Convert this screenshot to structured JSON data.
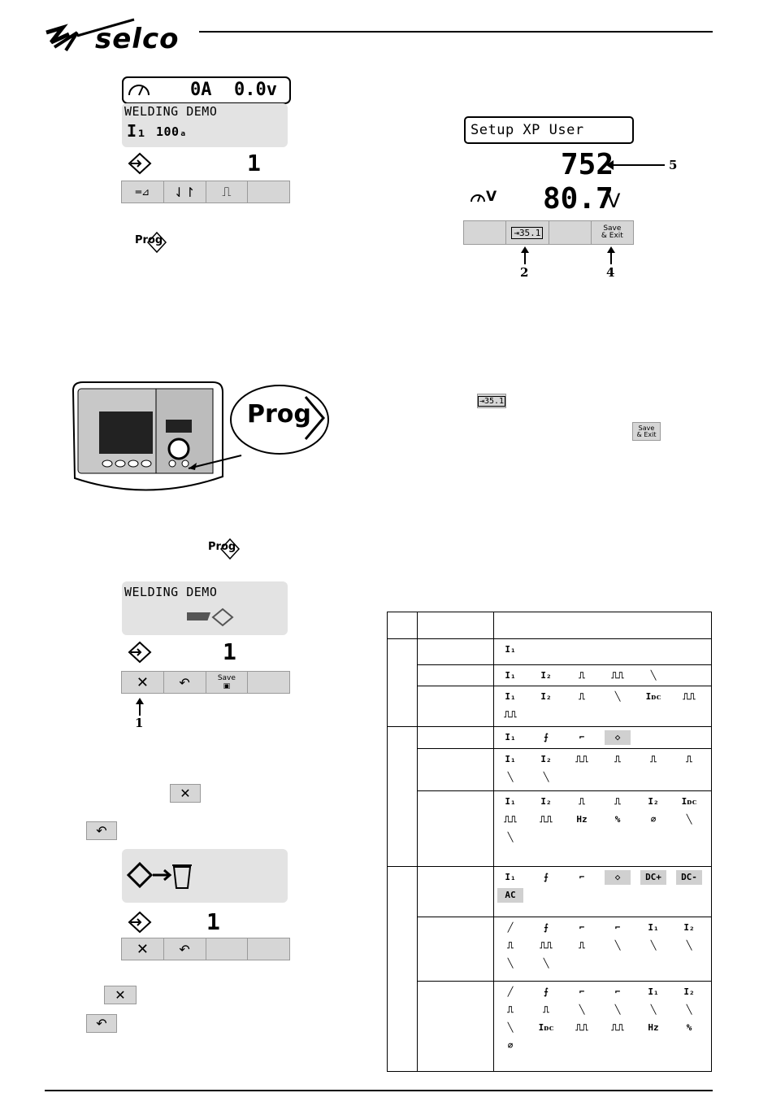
{
  "brand": {
    "name": "selco"
  },
  "screen1": {
    "meter_current": "0A",
    "meter_voltage": "0.0v",
    "title": "WELDING DEMO",
    "param_label": "I₁",
    "param_value": "100ₐ",
    "program_number": "1"
  },
  "prog_key_label": "Prog",
  "screen2": {
    "title": "Setup XP User",
    "value_big": "752",
    "voltage": "80.7",
    "voltage_unit": "V",
    "voltage_icon_label": "V",
    "key_value": "35.1",
    "key_save_top": "Save",
    "key_save_bottom": "& Exit",
    "callout_5": "5",
    "callout_2": "2",
    "callout_4": "4"
  },
  "inline_key_value": "35.1",
  "inline_save_top": "Save",
  "inline_save_bottom": "& Exit",
  "panel_callout": "Prog",
  "prog_key_label2": "Prog",
  "screen3": {
    "title": "WELDING DEMO",
    "program_number": "1",
    "save_label": "Save",
    "callout_1": "1"
  },
  "screen4": {
    "program_number": "1"
  },
  "table": {
    "rows": [
      [
        {
          "t": "I₁"
        }
      ],
      [
        {
          "t": "I₁"
        },
        {
          "t": "I₂"
        },
        {
          "t": "⎍"
        },
        {
          "t": "⎍⎍"
        },
        {
          "t": "╲"
        }
      ],
      [
        {
          "t": "I₁"
        },
        {
          "t": "I₂"
        },
        {
          "t": "⎍"
        },
        {
          "t": "╲"
        },
        {
          "t": "Iᴅᴄ"
        },
        {
          "t": "⎍⎍"
        },
        {
          "t": "⎍⎍"
        }
      ],
      [
        {
          "t": "I₁"
        },
        {
          "t": "⨍"
        },
        {
          "t": "⌐"
        },
        {
          "t": "◇",
          "hl": true
        }
      ],
      [
        {
          "t": "I₁"
        },
        {
          "t": "I₂"
        },
        {
          "t": "⎍⎍"
        },
        {
          "t": "⎍"
        },
        {
          "t": "⎍"
        },
        {
          "t": "⎍"
        },
        {
          "t": "╲"
        },
        {
          "t": "╲"
        }
      ],
      [
        {
          "t": "I₁"
        },
        {
          "t": "I₂"
        },
        {
          "t": "⎍"
        },
        {
          "t": "⎍"
        },
        {
          "t": "I₂"
        },
        {
          "t": "Iᴅᴄ"
        },
        {
          "t": "⎍⎍"
        },
        {
          "t": "⎍⎍"
        },
        {
          "t": "Hz"
        },
        {
          "t": "%"
        },
        {
          "t": "⌀"
        },
        {
          "t": "╲"
        },
        {
          "t": "╲"
        }
      ],
      [
        {
          "t": "I₁"
        },
        {
          "t": "⨍"
        },
        {
          "t": "⌐"
        },
        {
          "t": "◇",
          "hl": true
        },
        {
          "t": "DC+",
          "hl": true
        },
        {
          "t": "DC-",
          "hl": true
        },
        {
          "t": "AC",
          "hl": true
        }
      ],
      [
        {
          "t": "╱"
        },
        {
          "t": "⨍"
        },
        {
          "t": "⌐"
        },
        {
          "t": "⌐"
        },
        {
          "t": "I₁"
        },
        {
          "t": "I₂"
        },
        {
          "t": "⎍"
        },
        {
          "t": "⎍⎍"
        },
        {
          "t": "⎍"
        },
        {
          "t": "╲"
        },
        {
          "t": "╲"
        },
        {
          "t": "╲"
        },
        {
          "t": "╲"
        },
        {
          "t": "╲"
        }
      ],
      [
        {
          "t": "╱"
        },
        {
          "t": "⨍"
        },
        {
          "t": "⌐"
        },
        {
          "t": "⌐"
        },
        {
          "t": "I₁"
        },
        {
          "t": "I₂"
        },
        {
          "t": "⎍"
        },
        {
          "t": "⎍"
        },
        {
          "t": "╲"
        },
        {
          "t": "╲"
        },
        {
          "t": "╲"
        },
        {
          "t": "╲"
        },
        {
          "t": "╲"
        },
        {
          "t": "Iᴅᴄ"
        },
        {
          "t": "⎍⎍"
        },
        {
          "t": "⎍⎍"
        },
        {
          "t": "Hz"
        },
        {
          "t": "%"
        },
        {
          "t": "⌀"
        }
      ]
    ]
  }
}
